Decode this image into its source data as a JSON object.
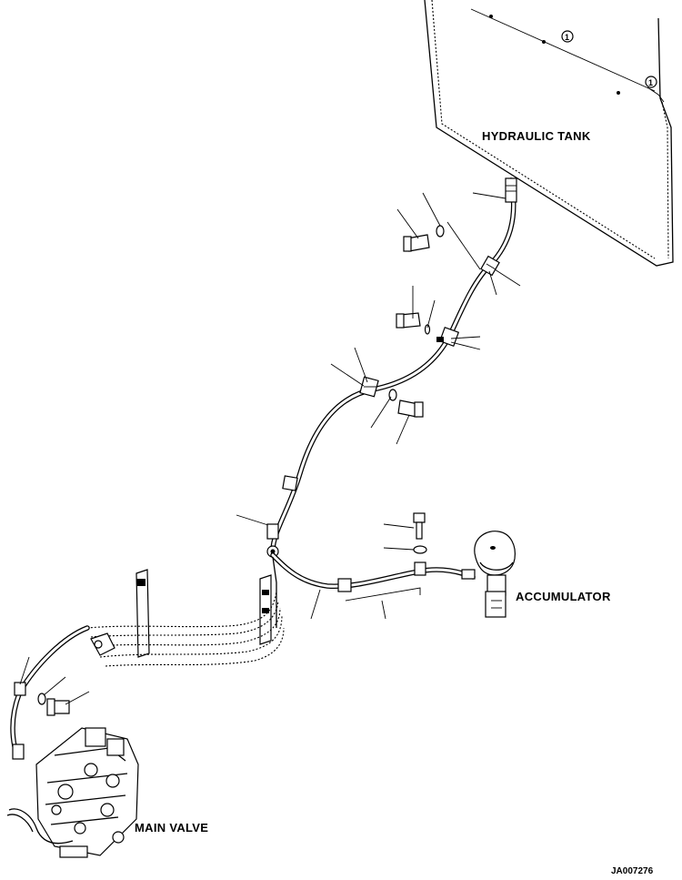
{
  "labels": {
    "hydraulic_tank": "HYDRAULIC TANK",
    "accumulator": "ACCUMULATOR",
    "main_valve": "MAIN VALVE",
    "drawing_id": "JA007276"
  },
  "tank_callouts": [
    "1",
    "1"
  ]
}
